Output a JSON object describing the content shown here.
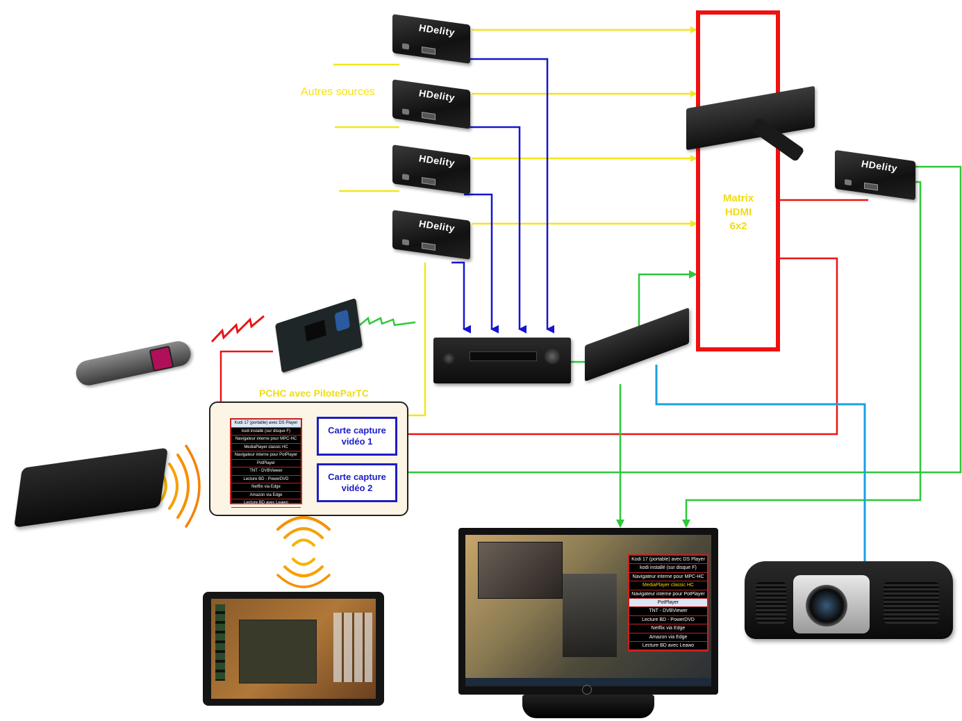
{
  "labels": {
    "other_sources": "Autres sources",
    "matrix_line1": "Matrix",
    "matrix_line2": "HDMI",
    "matrix_line3": "6x2",
    "pchc_title": "PCHC avec PiloteParTC",
    "capture1_line1": "Carte capture",
    "capture1_line2": "vidéo 1",
    "capture2_line1": "Carte capture",
    "capture2_line2": "vidéo 2"
  },
  "extender_logo": "HDelity",
  "pc_menu": [
    "Kodi 17 (portable) avec DS Player",
    "kodi installé (sur disque F)",
    "Navigateur interne pour MPC-HC",
    "MediaPlayer classic HC",
    "Navigateur interne pour PotPlayer",
    "PotPlayer",
    "TNT - DVBViewer",
    "Lecture BD - PowerDVD",
    "Netflix via Edge",
    "Amazon via Edge",
    "Lecture BD avec Leawo"
  ],
  "monitor_menu": [
    "Kodi 17 (portable) avec DS Player",
    "kodi installé (sur disque F)",
    "Navigateur interne pour MPC-HC",
    "MediaPlayer classic HC",
    "Navigateur interne pour PotPlayer",
    "PotPlayer",
    "TNT - DVBViewer",
    "Lecture BD - PowerDVD",
    "Netflix via Edge",
    "Amazon via Edge",
    "Lecture BD avec Leawo"
  ],
  "colors": {
    "yellow": "#f2e61a",
    "blue": "#1414d2",
    "red": "#e81414",
    "green": "#2ec83a",
    "cyan": "#1aa0e0",
    "capture_border": "#1c1cc8"
  }
}
